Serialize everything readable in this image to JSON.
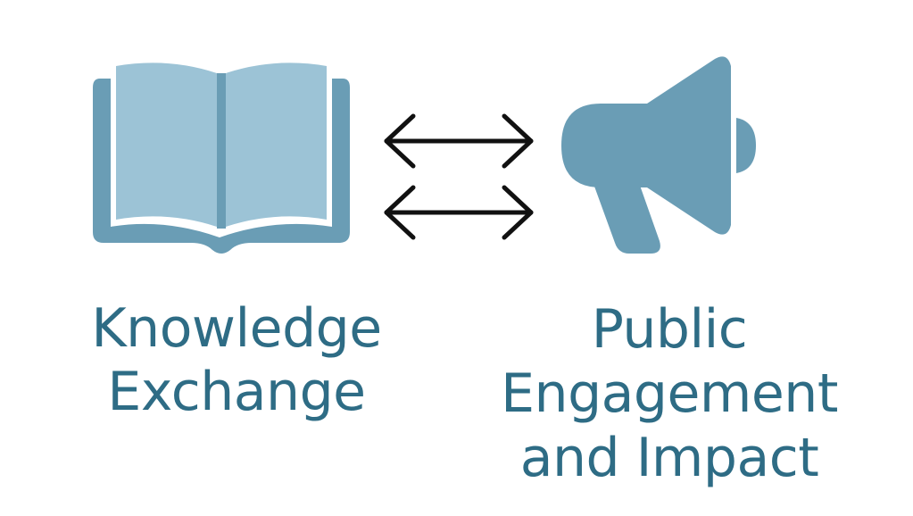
{
  "colors": {
    "page_background": "#ffffff",
    "icon_dark": "#6a9db5",
    "icon_light": "#9cc3d6",
    "arrow": "#111111",
    "label_text": "#2e6c85"
  },
  "icons": {
    "left": "book-icon",
    "middle": "bidirectional-arrows-icon",
    "right": "megaphone-icon"
  },
  "labels": {
    "left": {
      "line1": "Knowledge",
      "line2": "Exchange"
    },
    "right": {
      "line1": "Public",
      "line2": "Engagement",
      "line3": "and Impact"
    }
  }
}
